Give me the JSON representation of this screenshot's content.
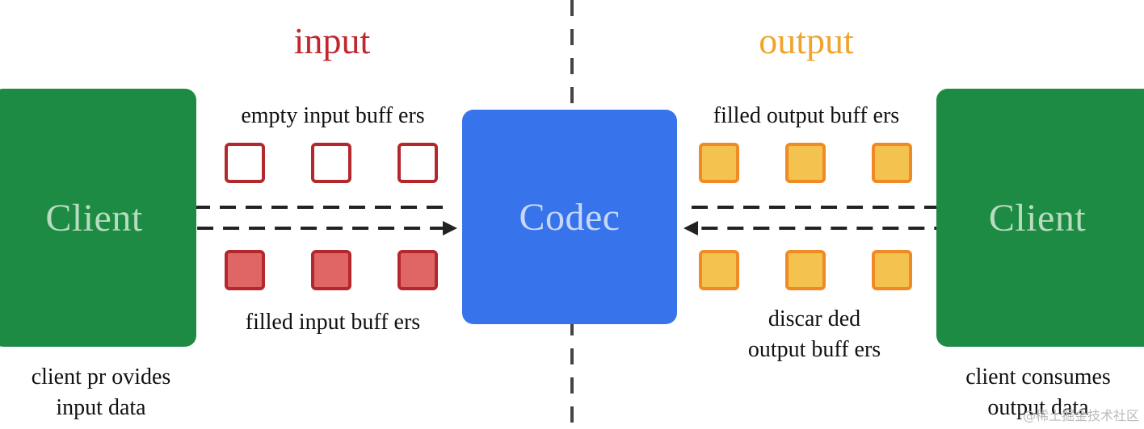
{
  "colors": {
    "input_title": "#c0282d",
    "output_title": "#f0a42e",
    "client_green": "#1e8b44",
    "codec_blue": "#3773ea",
    "empty_input_border": "#b3282d",
    "filled_input_fill": "#e06666",
    "filled_input_border": "#b3282d",
    "output_fill": "#f4c24f",
    "output_border": "#ef8a25",
    "arrow": "#222222"
  },
  "titles": {
    "input": "input",
    "output": "output"
  },
  "blocks": {
    "client_left": "Client",
    "codec": "Codec",
    "client_right": "Client"
  },
  "captions": {
    "empty_input": "empty input buff ers",
    "filled_input": "filled input buff ers",
    "filled_output": "filled output buff ers",
    "discarded_output": "discar ded\noutput buff ers",
    "client_left": "client pr ovides\ninput data",
    "client_right": "client consumes\noutput data"
  },
  "watermark": "@稀土掘金技术社区"
}
